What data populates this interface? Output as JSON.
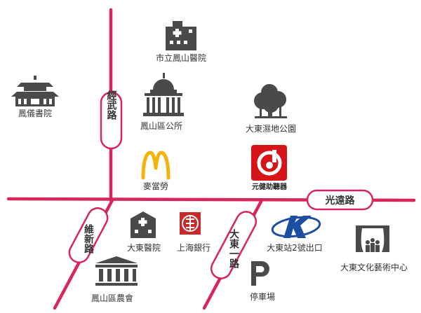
{
  "colors": {
    "road": "#d6265a",
    "road_label_border": "#d6265a",
    "icon": "#4a4a4a",
    "text": "#333333",
    "mcd_yellow": "#f4b30b",
    "brand_red": "#d7141a",
    "bank_red": "#c82a2a",
    "k_blue": "#1c4fa3"
  },
  "roads": {
    "jingwu": "經武路",
    "xinsin": "維新路",
    "guangyuan": "光遠路",
    "dadong1": "大東一路"
  },
  "places": {
    "hospital_city": "市立鳳山醫院",
    "academy": "鳳儀書院",
    "district_office": "鳳山區公所",
    "wetland_park": "大東濕地公園",
    "mcdonalds": "麥當勞",
    "brand_store": "元健助聽器",
    "hospital_dadong": "大東醫院",
    "bank": "上海銀行",
    "station_exit": "大東站2號出口",
    "arts_center": "大東文化藝術中心",
    "farmers_assoc": "鳳山區農會",
    "parking": "停車場"
  },
  "icons": {
    "hospital_city": "hospital-building-icon",
    "academy": "pagoda-academy-icon",
    "district_office": "dome-government-icon",
    "wetland_park": "tree-park-icon",
    "mcdonalds": "mcdonalds-arches-icon",
    "brand_store": "brand-logo-icon",
    "hospital_dadong": "hospital-building-icon",
    "bank": "bank-logo-icon",
    "station_exit": "k-metro-logo-icon",
    "arts_center": "theater-curtain-icon",
    "farmers_assoc": "classical-bank-icon",
    "parking": "parking-p-icon"
  }
}
